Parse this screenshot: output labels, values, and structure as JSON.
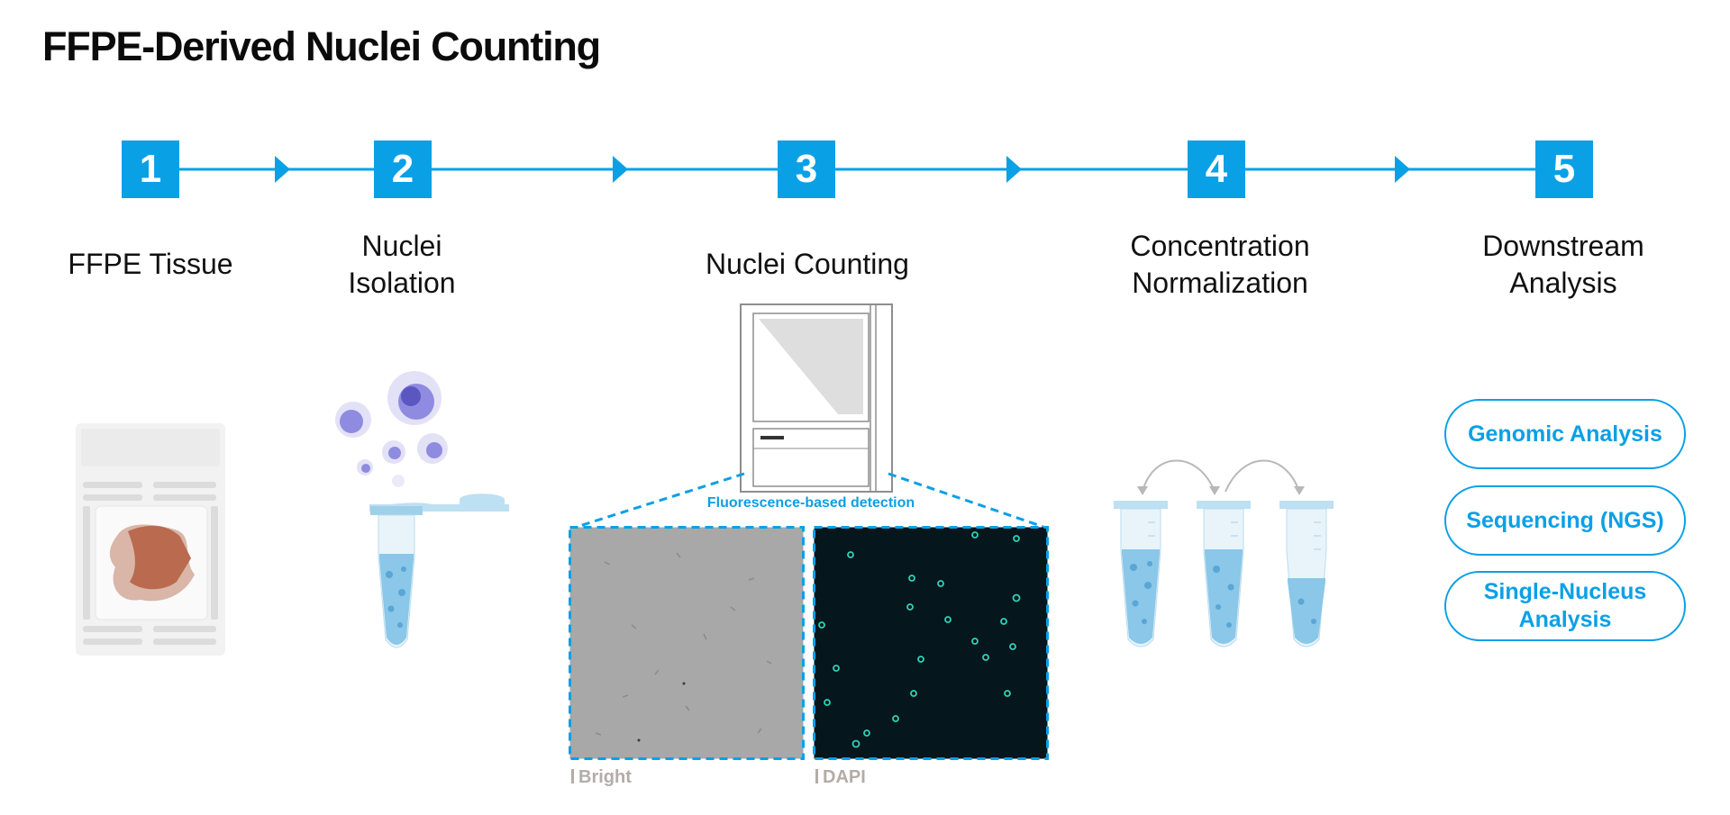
{
  "title": "FFPE-Derived Nuclei Counting",
  "colors": {
    "accent": "#0aa0e6",
    "tissue": "#b96a4f",
    "nuclei": "#6c6ad6",
    "liquid": "#8ac7e8",
    "dapi_bg": "#05161c",
    "dapi_dot": "#2fd1b6"
  },
  "steps": [
    {
      "number": "1",
      "label_lines": [
        "FFPE Tissue"
      ],
      "icon": "ffpe-slide-icon"
    },
    {
      "number": "2",
      "label_lines": [
        "Nuclei",
        "Isolation"
      ],
      "icon": "tube-with-nuclei-icon"
    },
    {
      "number": "3",
      "label_lines": [
        "Nuclei Counting"
      ],
      "icon": "cell-counter-icon"
    },
    {
      "number": "4",
      "label_lines": [
        "Concentration",
        "Normalization"
      ],
      "icon": "dilution-tubes-icon"
    },
    {
      "number": "5",
      "label_lines": [
        "Downstream",
        "Analysis"
      ],
      "icon": "analysis-options"
    }
  ],
  "counting": {
    "detection_label": "Fluorescence-based detection",
    "panels": [
      {
        "caption": "Bright"
      },
      {
        "caption": "DAPI"
      }
    ]
  },
  "downstream_options": [
    {
      "lines": [
        "Genomic Analysis"
      ]
    },
    {
      "lines": [
        "Sequencing (NGS)"
      ]
    },
    {
      "lines": [
        "Single-Nucleus",
        "Analysis"
      ]
    }
  ]
}
